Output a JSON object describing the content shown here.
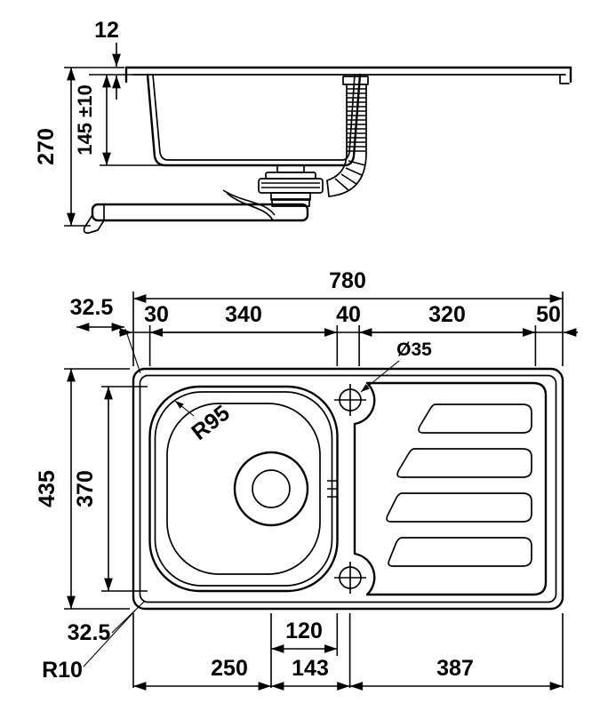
{
  "side_view": {
    "rim_height": "12",
    "overall_depth": "270",
    "bowl_depth": "145 ±10"
  },
  "plan_view": {
    "overall_width": "780",
    "offset_top": "32.5",
    "left_rim": "30",
    "bowl_width": "340",
    "tap_band": "40",
    "drainer_width": "320",
    "right_rim": "50",
    "tap_hole_diameter": "Ø35",
    "bowl_radius": "R95",
    "overall_depth": "435",
    "bowl_depth": "370",
    "offset_bottom": "32.5",
    "corner_radius": "R10",
    "drain_to_bowl_edge": "120",
    "drain_center_from_left": "250",
    "drain_to_tap": "143",
    "drainer_zone": "387"
  }
}
